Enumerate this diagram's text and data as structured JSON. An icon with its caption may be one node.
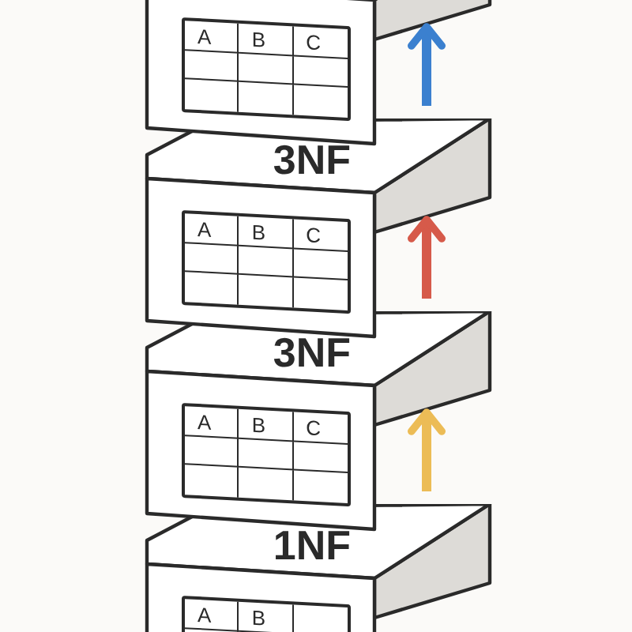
{
  "diagram": {
    "nodes": [
      {
        "text": [
          "A",
          "B",
          "C"
        ]
      },
      {
        "text": [
          "3NF",
          "A",
          "B",
          "C"
        ]
      },
      {
        "text": [
          "3NF",
          "A",
          "B",
          "C"
        ]
      },
      {
        "text": [
          "1NF",
          "A",
          "B"
        ]
      }
    ],
    "edges": [
      {
        "from": 1,
        "to": 0,
        "arrow": "to",
        "color": "#3b80cf"
      },
      {
        "from": 2,
        "to": 1,
        "arrow": "to",
        "color": "#d65a4a"
      },
      {
        "from": 3,
        "to": 2,
        "arrow": "to",
        "color": "#ecbc56"
      }
    ]
  }
}
